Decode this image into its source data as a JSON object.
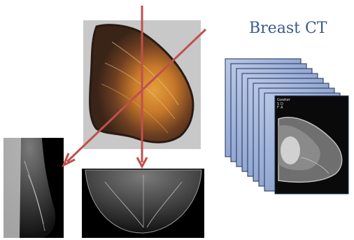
{
  "title": "Breast CT",
  "ct_overlay": {
    "text_lines": [
      "Gawker",
      "S",
      "F",
      "D",
      "A"
    ]
  },
  "colors": {
    "title": "#3a5a8c",
    "projection_arrows": "#c0504d",
    "slice_fill": "#9fb3d6",
    "slice_edge": "#1f2f5a",
    "volume_background": "#c8c8c8"
  }
}
